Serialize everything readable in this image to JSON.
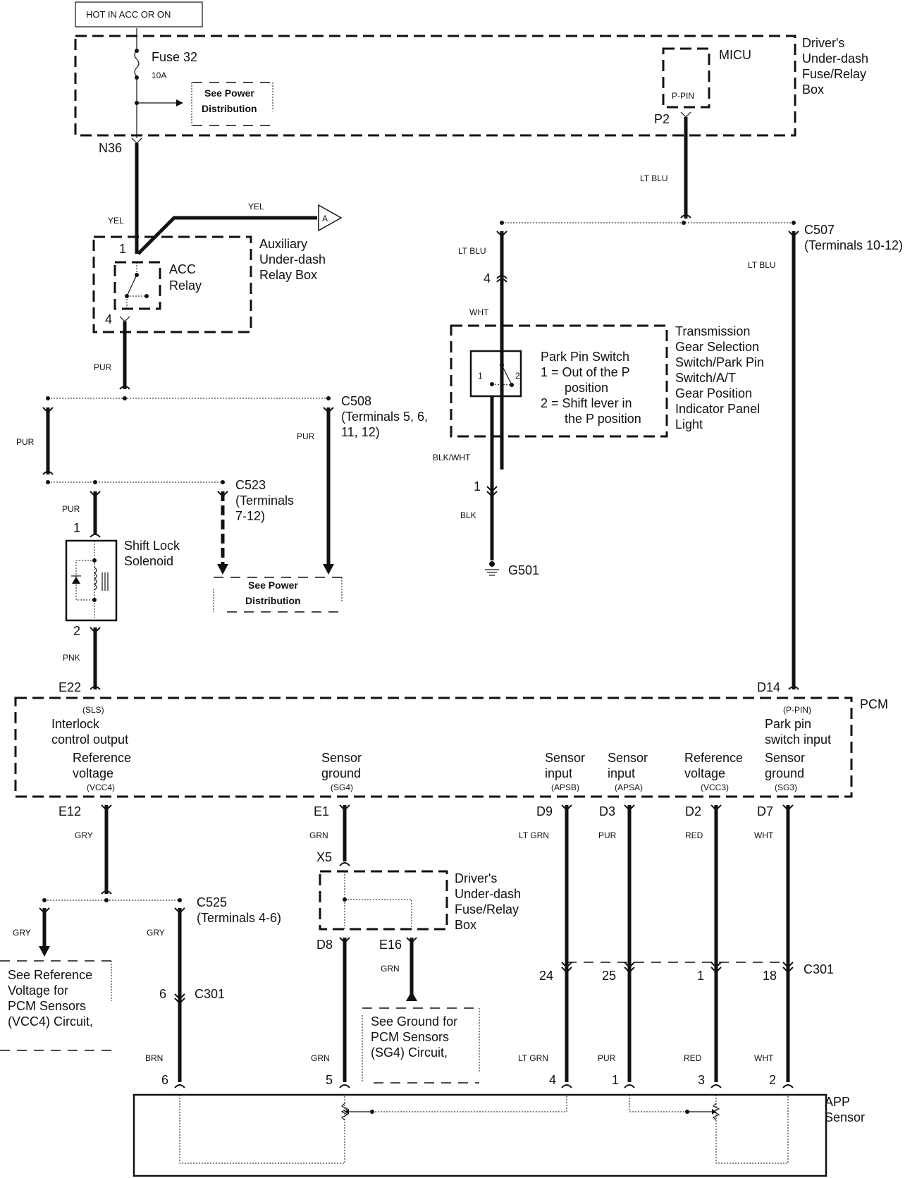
{
  "header": {
    "hot_label": "HOT IN ACC OR ON"
  },
  "fuse_box_top": {
    "fuse_name": "Fuse 32",
    "fuse_rating": "10A",
    "see_power_1": "See Power",
    "see_power_2": "Distribution",
    "connector_n36": "N36",
    "micu_label": "MICU",
    "micu_pin": "P-PIN",
    "connector_p2": "P2",
    "box_label": [
      "Driver's",
      "Under-dash",
      "Fuse/Relay",
      "Box"
    ]
  },
  "relay_section": {
    "wire_yel_1": "YEL",
    "wire_yel_2": "YEL",
    "connector_a": "A",
    "pin1": "1",
    "pin4": "4",
    "relay_label": [
      "ACC",
      "Relay"
    ],
    "box_label": [
      "Auxiliary",
      "Under-dash",
      "Relay Box"
    ],
    "wire_pur": "PUR"
  },
  "c508": {
    "name": "C508",
    "terminals": [
      "(Terminals 5, 6,",
      "11, 12)"
    ],
    "wire_left": "PUR",
    "wire_right": "PUR"
  },
  "c523": {
    "name": "C523",
    "terminals": [
      "(Terminals",
      "7-12)"
    ],
    "see_power_1": "See Power",
    "see_power_2": "Distribution"
  },
  "solenoid": {
    "wire_in": "PUR",
    "pin1": "1",
    "pin2": "2",
    "label": [
      "Shift Lock",
      "Solenoid"
    ],
    "wire_out": "PNK",
    "pcm_pin": "E22"
  },
  "park_pin_branch": {
    "wire_p2": "LT BLU",
    "c507_name": "C507",
    "c507_terminals": "(Terminals 10-12)",
    "wire_left": "LT BLU",
    "pin4": "4",
    "wire_wht": "WHT",
    "switch_title": "Park Pin Switch",
    "switch_desc": [
      "1 = Out of the P",
      "position",
      "2 = Shift lever in",
      "the P position"
    ],
    "switch_pos1": "1",
    "switch_pos2": "2",
    "assembly_label": [
      "Transmission",
      "Gear Selection",
      "Switch/Park Pin",
      "Switch/A/T",
      "Gear Position",
      "Indicator Panel",
      "Light"
    ],
    "wire_blkwht": "BLK/WHT",
    "pin1": "1",
    "wire_blk": "BLK",
    "ground": "G501",
    "wire_right": "LT BLU",
    "pcm_pin": "D14"
  },
  "pcm": {
    "label": "PCM",
    "sls_code": "(SLS)",
    "sls_label": [
      "Interlock",
      "control output"
    ],
    "ppin_code": "(P-PIN)",
    "ppin_label": [
      "Park pin",
      "switch input"
    ],
    "terminals": [
      {
        "label": [
          "Reference",
          "voltage"
        ],
        "code": "(VCC4)",
        "pin": "E12",
        "wire": "GRY"
      },
      {
        "label": [
          "Sensor",
          "ground"
        ],
        "code": "(SG4)",
        "pin": "E1",
        "wire": "GRN"
      },
      {
        "label": [
          "Sensor",
          "input"
        ],
        "code": "(APSB)",
        "pin": "D9",
        "wire": "LT GRN"
      },
      {
        "label": [
          "Sensor",
          "input"
        ],
        "code": "(APSA)",
        "pin": "D3",
        "wire": "PUR"
      },
      {
        "label": [
          "Reference",
          "voltage"
        ],
        "code": "(VCC3)",
        "pin": "D2",
        "wire": "RED"
      },
      {
        "label": [
          "Sensor",
          "ground"
        ],
        "code": "(SG3)",
        "pin": "D7",
        "wire": "WHT"
      }
    ]
  },
  "c525": {
    "name": "C525",
    "terminals": "(Terminals 4-6)",
    "wire_left": "GRY",
    "wire_right": "GRY",
    "see_ref": [
      "See Reference",
      "Voltage for",
      "PCM Sensors",
      "(VCC4) Circuit,"
    ]
  },
  "sg4_box": {
    "pin_x5": "X5",
    "pin_d8": "D8",
    "pin_e16": "E16",
    "wire_e16": "GRN",
    "box_label": [
      "Driver's",
      "Under-dash",
      "Fuse/Relay",
      "Box"
    ],
    "see_ground": [
      "See Ground for",
      "PCM Sensors",
      "(SG4) Circuit,"
    ]
  },
  "c301": {
    "name_left": "C301",
    "name_right": "C301",
    "pins": [
      "6",
      "24",
      "25",
      "1",
      "18"
    ]
  },
  "app_sensor": {
    "label": [
      "APP",
      "Sensor"
    ],
    "wires": [
      "BRN",
      "GRN",
      "LT GRN",
      "PUR",
      "RED",
      "WHT"
    ],
    "pins": [
      "6",
      "5",
      "4",
      "1",
      "3",
      "2"
    ]
  }
}
